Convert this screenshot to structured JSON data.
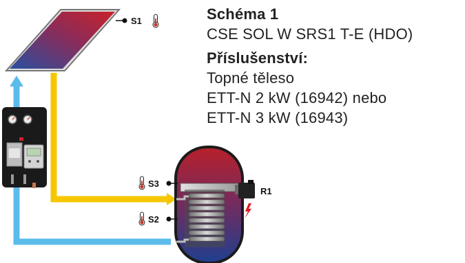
{
  "info": {
    "title": "Schéma 1",
    "model": "CSE SOL W SRS1 T-E (HDO)",
    "accessories_heading": "Příslušenství:",
    "accessory_name": "Topné těleso",
    "option_1": "ETT-N 2 kW (16942) nebo",
    "option_2": "ETT-N 3 kW (16943)"
  },
  "sensors": {
    "s1": "S1",
    "s2": "S2",
    "s3": "S3"
  },
  "heater": {
    "label": "R1"
  },
  "colors": {
    "hot_pipe": "#f6c700",
    "cold_pipe": "#5bbcec",
    "tank_hot": "#b8202a",
    "tank_cold": "#1f3f8f",
    "collector_hot": "#c8222a",
    "collector_cold": "#2a4fa0",
    "heat_symbol": "#e31b23"
  }
}
